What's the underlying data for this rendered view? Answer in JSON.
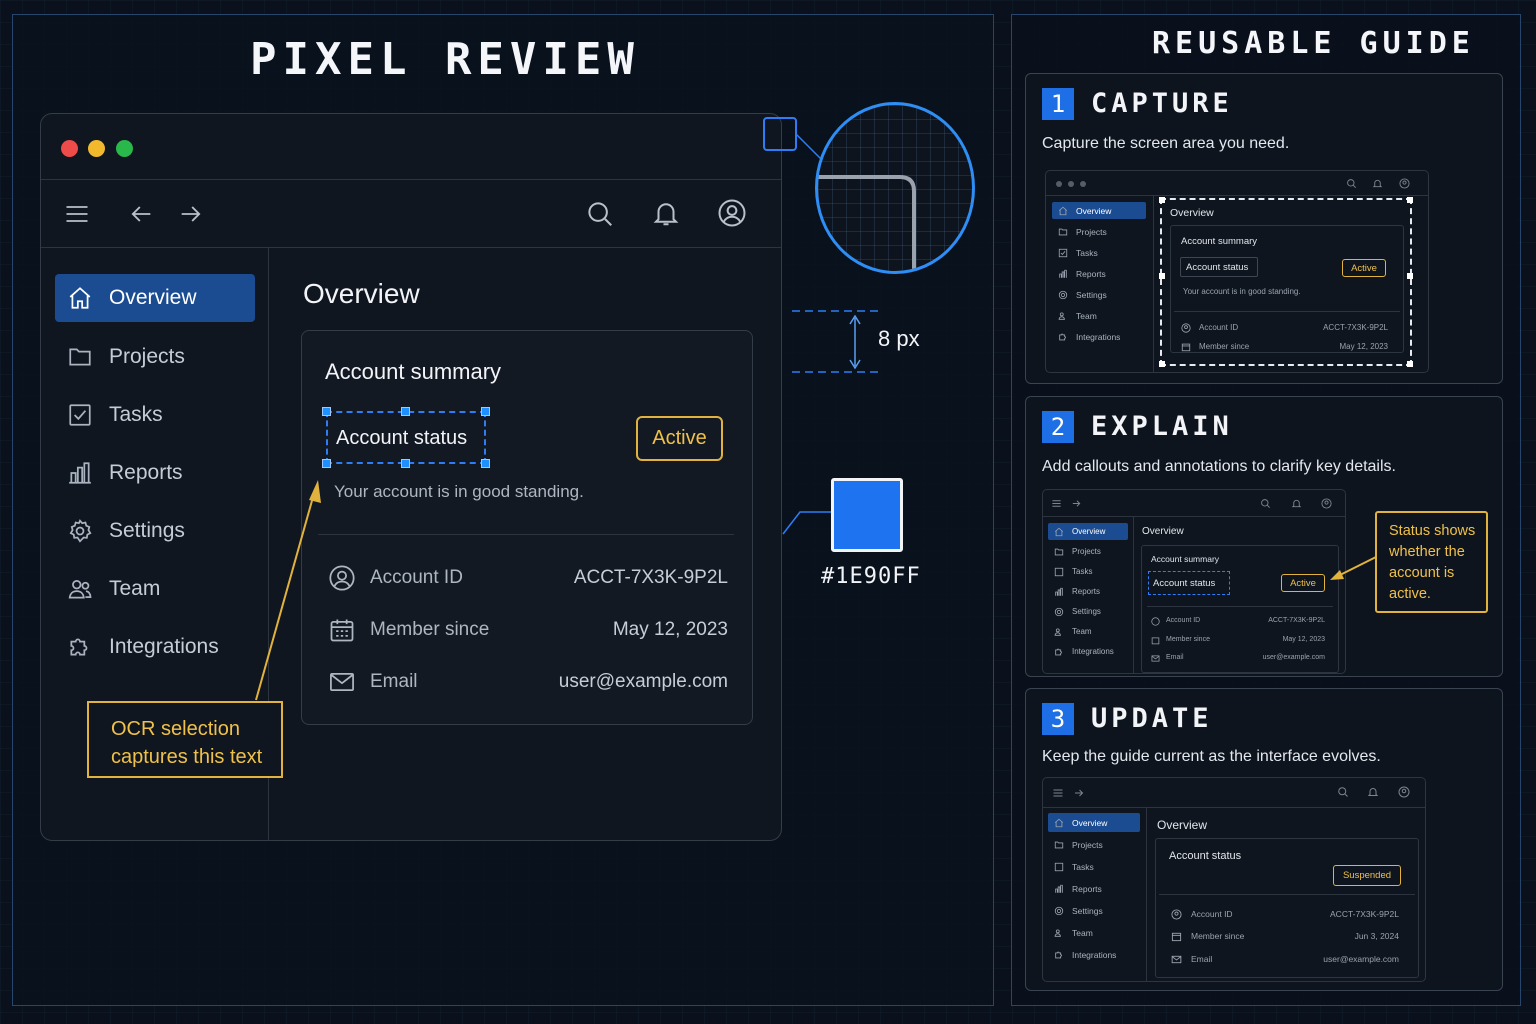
{
  "left": {
    "title": "PIXEL REVIEW",
    "window": {
      "sidebar": [
        {
          "label": "Overview",
          "icon": "home-icon",
          "active": true
        },
        {
          "label": "Projects",
          "icon": "folder-icon"
        },
        {
          "label": "Tasks",
          "icon": "checkbox-icon"
        },
        {
          "label": "Reports",
          "icon": "bar-chart-icon"
        },
        {
          "label": "Settings",
          "icon": "gear-icon"
        },
        {
          "label": "Team",
          "icon": "team-icon"
        },
        {
          "label": "Integrations",
          "icon": "puzzle-icon"
        }
      ],
      "page_title": "Overview",
      "card": {
        "title": "Account summary",
        "status_label": "Account status",
        "status_badge": "Active",
        "status_note": "Your account is in good standing.",
        "rows": [
          {
            "label": "Account ID",
            "value": "ACCT-7X3K-9P2L",
            "icon": "user-circle-icon"
          },
          {
            "label": "Member since",
            "value": "May 12, 2023",
            "icon": "calendar-icon"
          },
          {
            "label": "Email",
            "value": "user@example.com",
            "icon": "mail-icon"
          }
        ]
      }
    },
    "ocr_callout": [
      "OCR selection",
      "captures this text"
    ],
    "spacing_label": "8 px",
    "color_swatch": {
      "hex": "#1E90FF",
      "label": "#1E90FF"
    }
  },
  "right": {
    "title": "REUSABLE GUIDE",
    "steps": [
      {
        "number": "1",
        "title": "CAPTURE",
        "desc": "Capture the screen area you need."
      },
      {
        "number": "2",
        "title": "EXPLAIN",
        "desc": "Add callouts and annotations to clarify key details."
      },
      {
        "number": "3",
        "title": "UPDATE",
        "desc": "Keep the guide current as the interface evolves."
      }
    ],
    "mini1": {
      "sidebar": [
        "Overview",
        "Projects",
        "Tasks",
        "Reports",
        "Settings",
        "Team",
        "Integrations"
      ],
      "page_title": "Overview",
      "card_title": "Account summary",
      "status_label": "Account status",
      "badge": "Active",
      "note": "Your account is in good standing.",
      "rows": [
        {
          "label": "Account ID",
          "value": "ACCT-7X3K-9P2L"
        },
        {
          "label": "Member since",
          "value": "May 12, 2023"
        }
      ]
    },
    "mini2": {
      "sidebar": [
        "Overview",
        "Projects",
        "Tasks",
        "Reports",
        "Settings",
        "Team",
        "Integrations"
      ],
      "page_title": "Overview",
      "card_title": "Account summary",
      "status_label": "Account status",
      "badge": "Active",
      "rows": [
        {
          "label": "Account ID",
          "value": "ACCT-7X3K-9P2L"
        },
        {
          "label": "Member since",
          "value": "May 12, 2023"
        },
        {
          "label": "Email",
          "value": "user@example.com"
        }
      ],
      "callout": [
        "Status shows",
        "whether the",
        "account is",
        "active."
      ]
    },
    "mini3": {
      "sidebar": [
        "Overview",
        "Projects",
        "Tasks",
        "Reports",
        "Settings",
        "Team",
        "Integrations"
      ],
      "page_title": "Overview",
      "status_label": "Account status",
      "badge": "Suspended",
      "rows": [
        {
          "label": "Account ID",
          "value": "ACCT-7X3K-9P2L"
        },
        {
          "label": "Member since",
          "value": "Jun 3, 2024"
        },
        {
          "label": "Email",
          "value": "user@example.com"
        }
      ]
    }
  },
  "colors": {
    "accent": "#1E90FF",
    "badge": "#F0C14A",
    "active_nav": "#1B4C92"
  }
}
